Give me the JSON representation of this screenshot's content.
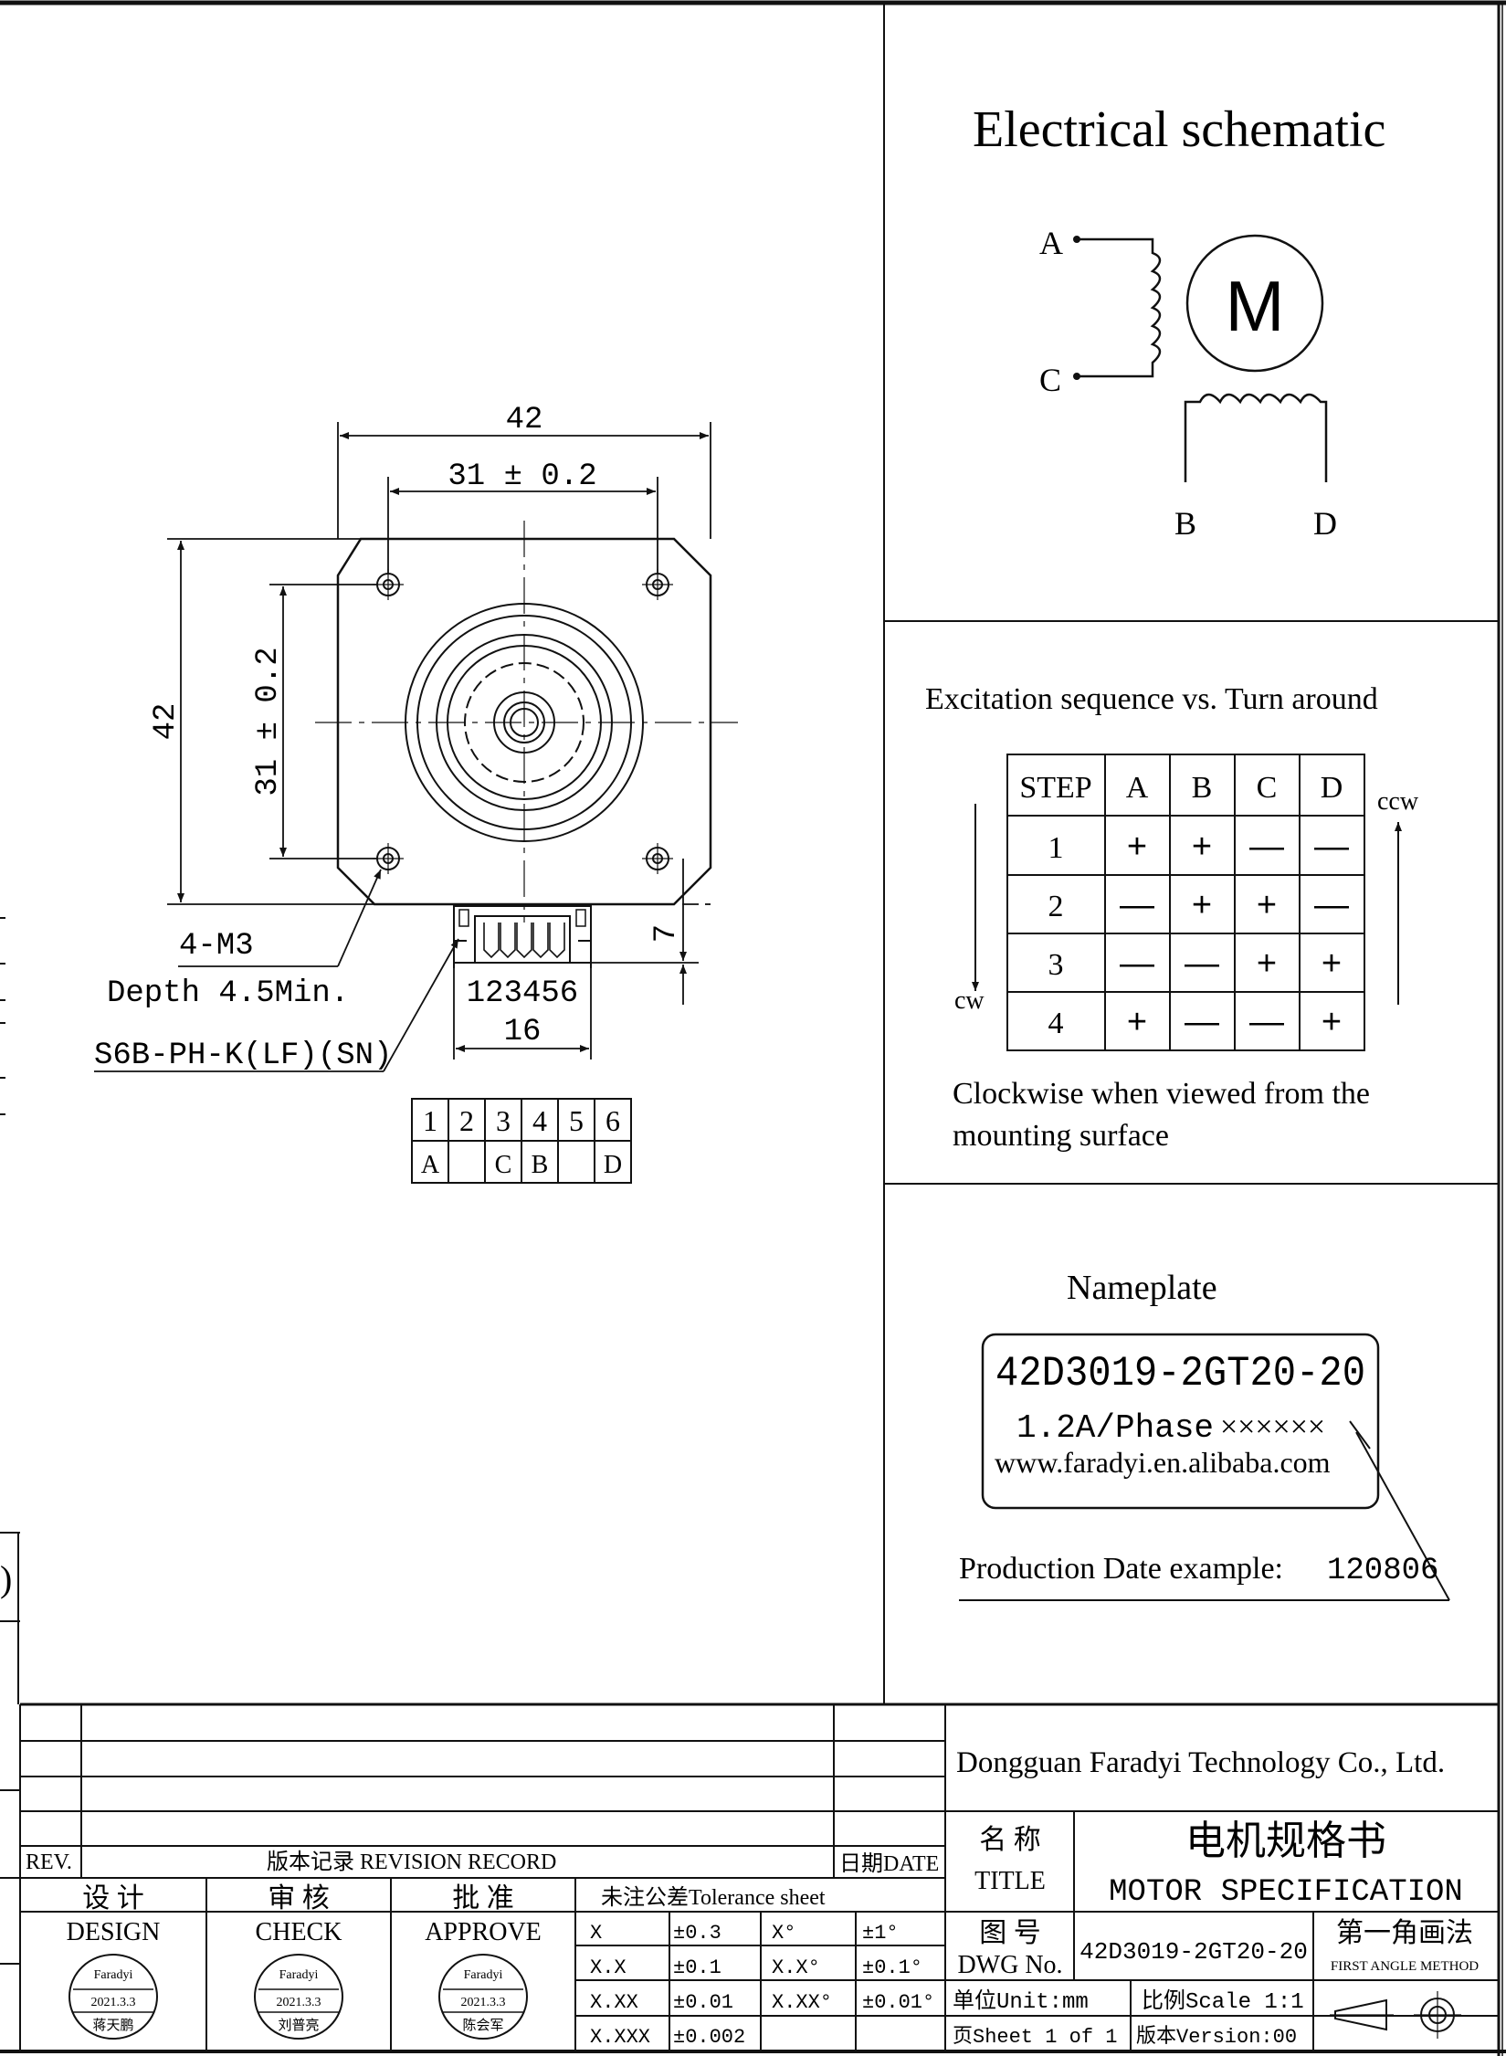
{
  "schematic": {
    "title": "Electrical schematic",
    "motor_letter": "M",
    "terminals": [
      "A",
      "C",
      "B",
      "D"
    ]
  },
  "excitation": {
    "title": "Excitation sequence vs. Turn around",
    "headers": [
      "STEP",
      "A",
      "B",
      "C",
      "D"
    ],
    "rows": [
      [
        "1",
        "+",
        "+",
        "—",
        "—"
      ],
      [
        "2",
        "—",
        "+",
        "+",
        "—"
      ],
      [
        "3",
        "—",
        "—",
        "+",
        "+"
      ],
      [
        "4",
        "+",
        "—",
        "—",
        "+"
      ]
    ],
    "ccw_label": "ccw",
    "cw_label": "cw",
    "note_line1": "Clockwise when viewed from the",
    "note_line2": "mounting surface"
  },
  "nameplate": {
    "title": "Nameplate",
    "model": "42D3019-2GT20-20",
    "current": "1.2A/Phase",
    "serial": "××××××",
    "url": "www.faradyi.en.alibaba.com",
    "date_label": "Production Date example:",
    "date_value": "120806"
  },
  "drawing": {
    "dim_width": "42",
    "dim_hole_spacing_h": "31 ± 0.2",
    "dim_height": "42",
    "dim_hole_spacing_v": "31 ± 0.2",
    "dim_connector_offset": "7",
    "hole_spec": "4-M3",
    "hole_depth": "Depth 4.5Min.",
    "connector_pins": "123456",
    "connector_width": "16",
    "connector_part": "S6B-PH-K(LF)(SN)",
    "pin_numbers": [
      "1",
      "2",
      "3",
      "4",
      "5",
      "6"
    ],
    "pin_letters": [
      "A",
      "",
      "C",
      "B",
      "",
      "D"
    ]
  },
  "titleblock": {
    "rev_label": "REV.",
    "revision_record": "版本记录 REVISION RECORD",
    "date_label": "日期DATE",
    "design_cn": "设 计",
    "design_en": "DESIGN",
    "check_cn": "审 核",
    "check_en": "CHECK",
    "approve_cn": "批 准",
    "approve_en": "APPROVE",
    "stamps": [
      {
        "brand": "Faradyi",
        "date": "2021.3.3",
        "name": "蒋天鹏"
      },
      {
        "brand": "Faradyi",
        "date": "2021.3.3",
        "name": "刘普亮"
      },
      {
        "brand": "Faradyi",
        "date": "2021.3.3",
        "name": "陈会军"
      }
    ],
    "tolerance_title": "未注公差Tolerance sheet",
    "tolerance_rows": [
      [
        "X",
        "±0.3",
        "X°",
        "±1°"
      ],
      [
        "X.X",
        "±0.1",
        "X.X°",
        "±0.1°"
      ],
      [
        "X.XX",
        "±0.01",
        "X.XX°",
        "±0.01°"
      ],
      [
        "X.XXX",
        "±0.002",
        "",
        ""
      ]
    ],
    "company": "Dongguan Faradyi Technology Co., Ltd.",
    "title_cn_label": "名 称",
    "title_en_label": "TITLE",
    "title_cn": "电机规格书",
    "title_en": "MOTOR SPECIFICATION",
    "dwg_cn_label": "图 号",
    "dwg_en_label": "DWG No.",
    "dwg_no": "42D3019-2GT20-20",
    "angle_cn": "第一角画法",
    "angle_en": "FIRST ANGLE METHOD",
    "unit": "单位Unit:mm",
    "scale": "比例Scale 1:1",
    "sheet": "页Sheet 1 of 1",
    "version": "版本Version:00"
  },
  "edge": {
    "paren": ")"
  }
}
